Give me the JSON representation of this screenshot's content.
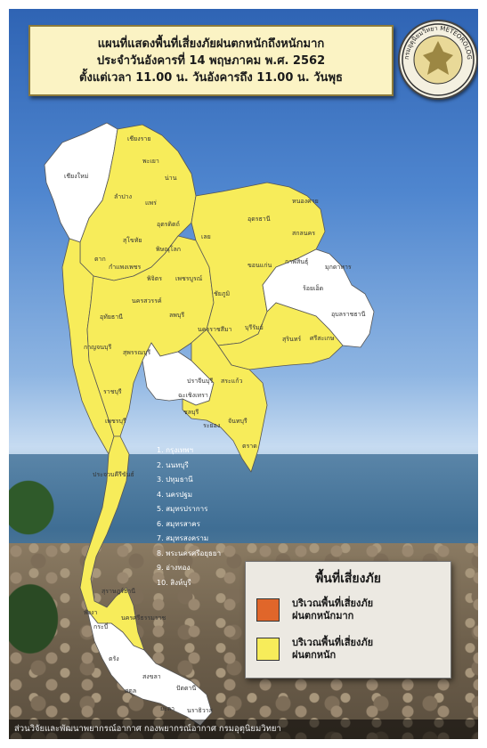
{
  "title": {
    "line1": "แผนที่แสดงพื้นที่เสี่ยงภัยฝนตกหนักถึงหนักมาก",
    "line2": "ประจำวันอังคารที่ 14 พฤษภาคม พ.ศ. 2562",
    "line3": "ตั้งแต่เวลา 11.00 น. วันอังคารถึง 11.00 น. วันพุธ"
  },
  "logo": {
    "icon": "tmd-seal-icon",
    "text": "กรมอุตุนิยมวิทยา METEOROLOGICAL DEPARTMENT"
  },
  "colors": {
    "heavy": "#f7ec5a",
    "very_heavy": "#e0662a",
    "none": "#ffffff"
  },
  "legend": {
    "title": "พื้นที่เสี่ยงภัย",
    "items": [
      {
        "color": "#e0662a",
        "label1": "บริเวณพื้นที่เสี่ยงภัย",
        "label2": "ฝนตกหนักมาก"
      },
      {
        "color": "#f7ec5a",
        "label1": "บริเวณพื้นที่เสี่ยงภัย",
        "label2": "ฝนตกหนัก"
      }
    ]
  },
  "numbered_provinces": [
    "1. กรุงเทพฯ",
    "2. นนทบุรี",
    "3. ปทุมธานี",
    "4. นครปฐม",
    "5. สมุทรปราการ",
    "6. สมุทรสาคร",
    "7. สมุทรสงคราม",
    "8. พระนครศรีอยุธยา",
    "9. อ่างทอง",
    "10. สิงห์บุรี"
  ],
  "province_labels": {
    "chiangrai": "เชียงราย",
    "chiangmai": "เชียงใหม่",
    "phayao": "พะเยา",
    "nan": "น่าน",
    "lampang": "ลำปาง",
    "phrae": "แพร่",
    "tak": "ตาก",
    "uttaradit": "อุตรดิตถ์",
    "sukhothai": "สุโขทัย",
    "phitsanulok": "พิษณุโลก",
    "loei": "เลย",
    "kamphaengphet": "กำแพงเพชร",
    "phichit": "พิจิตร",
    "phetchabun": "เพชรบูรณ์",
    "nakhonsawan": "นครสวรรค์",
    "chaiyaphum": "ชัยภูมิ",
    "khonkaen": "ขอนแก่น",
    "udonthani": "อุดรธานี",
    "nongkhai": "หนองคาย",
    "sakonnakhon": "สกลนคร",
    "kalasin": "กาฬสินธุ์",
    "mukdahan": "มุกดาหาร",
    "roiet": "ร้อยเอ็ด",
    "ubon": "อุบลราชธานี",
    "sisaket": "ศรีสะเกษ",
    "surin": "สุรินทร์",
    "buriram": "บุรีรัมย์",
    "korat": "นครราชสีมา",
    "lopburi": "ลพบุรี",
    "uthaithani": "อุทัยธานี",
    "kanchanaburi": "กาญจนบุรี",
    "suphanburi": "สุพรรณบุรี",
    "ratchaburi": "ราชบุรี",
    "phetchaburi": "เพชรบุรี",
    "prachinburi": "ปราจีนบุรี",
    "srakaeo": "สระแก้ว",
    "chachoengsao": "ฉะเชิงเทรา",
    "chonburi": "ชลบุรี",
    "rayong": "ระยอง",
    "chanthaburi": "จันทบุรี",
    "trat": "ตราด",
    "prachuap": "ประจวบคีรีขันธ์",
    "suratthani": "สุราษฎร์ธานี",
    "phangnga": "พังงา",
    "krabi": "กระบี่",
    "nakhonsi": "นครศรีธรรมราช",
    "trang": "ตรัง",
    "songkhla": "สงขลา",
    "satun": "สตูล",
    "pattani": "ปัตตานี",
    "yala": "ยะลา",
    "narathiwat": "นราธิวาส"
  },
  "footer": "ส่วนวิจัยและพัฒนาพยากรณ์อากาศ กองพยากรณ์อากาศ กรมอุตุนิยมวิทยา"
}
